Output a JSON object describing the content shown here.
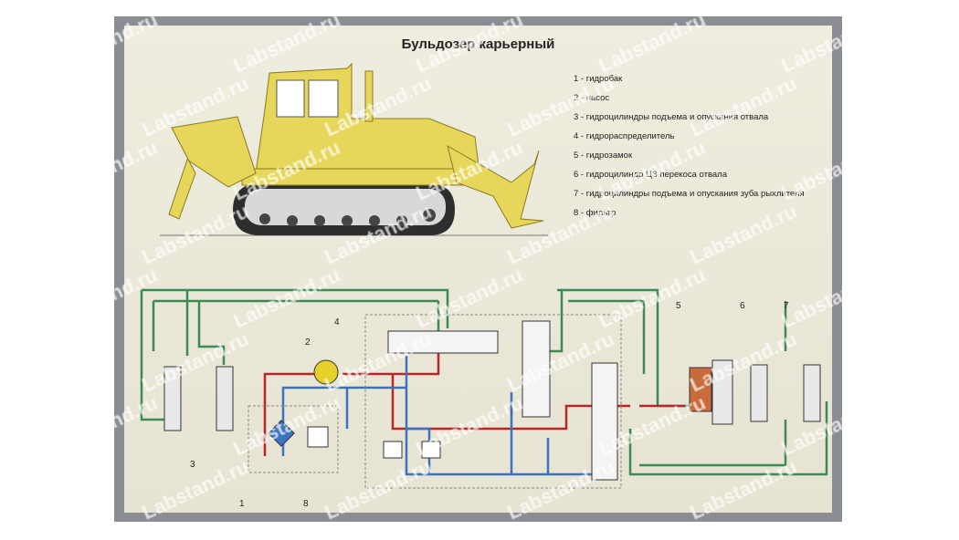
{
  "poster": {
    "title": "Бульдозер карьерный",
    "legend": [
      "1 - гидробак",
      "2 - насос",
      "3 - гидроцилиндры подъема и опускания отвала",
      "4 - гидрораспределитель",
      "5 - гидрозамок",
      "6 - гидроцилиндр ЦЗ перекоса отвала",
      "7 - гидроцилиндры подъема и опускания зуба рыхлителя",
      "8 - фильтр"
    ],
    "diagram_labels": [
      "1",
      "2",
      "3",
      "4",
      "5",
      "6",
      "7",
      "8"
    ]
  },
  "watermark": "Labstand.ru",
  "colors": {
    "frame": "#8a8d94",
    "body": "#e6d75a",
    "pressure": "#b8262a",
    "return": "#3a73c0",
    "drain": "#3e8a56"
  }
}
